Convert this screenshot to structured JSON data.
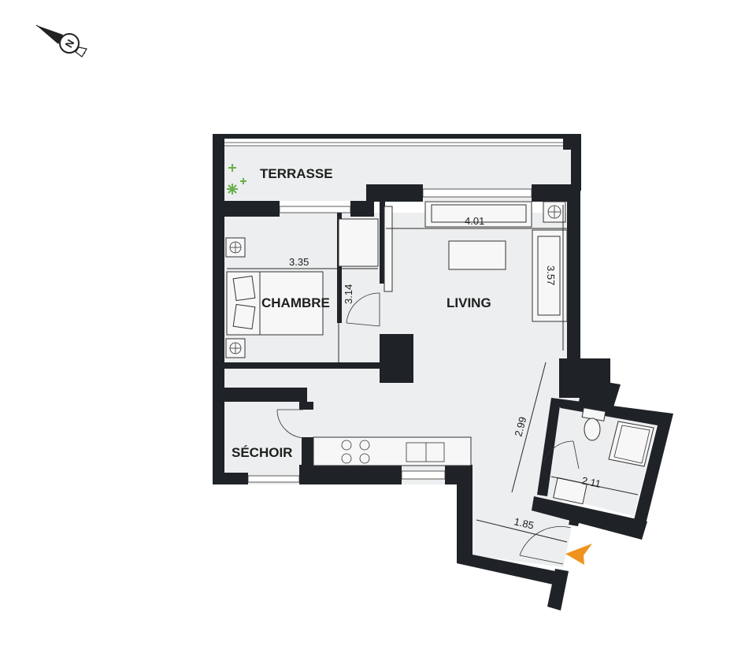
{
  "compass": {
    "letter": "N"
  },
  "rooms": {
    "terrasse": "TERRASSE",
    "chambre": "CHAMBRE",
    "living": "LIVING",
    "sechoir": "SÉCHOIR"
  },
  "dimensions": {
    "chambre_width": "3.35",
    "chambre_depth": "3.14",
    "living_width": "4.01",
    "living_depth": "3.57",
    "entry_diag": "2.99",
    "bath_width": "2.11",
    "entry_width": "1.85"
  },
  "colors": {
    "wall": "#1f2327",
    "floor": "#eceeef",
    "entry_arrow": "#f0931e",
    "plant": "#6ab04c"
  }
}
